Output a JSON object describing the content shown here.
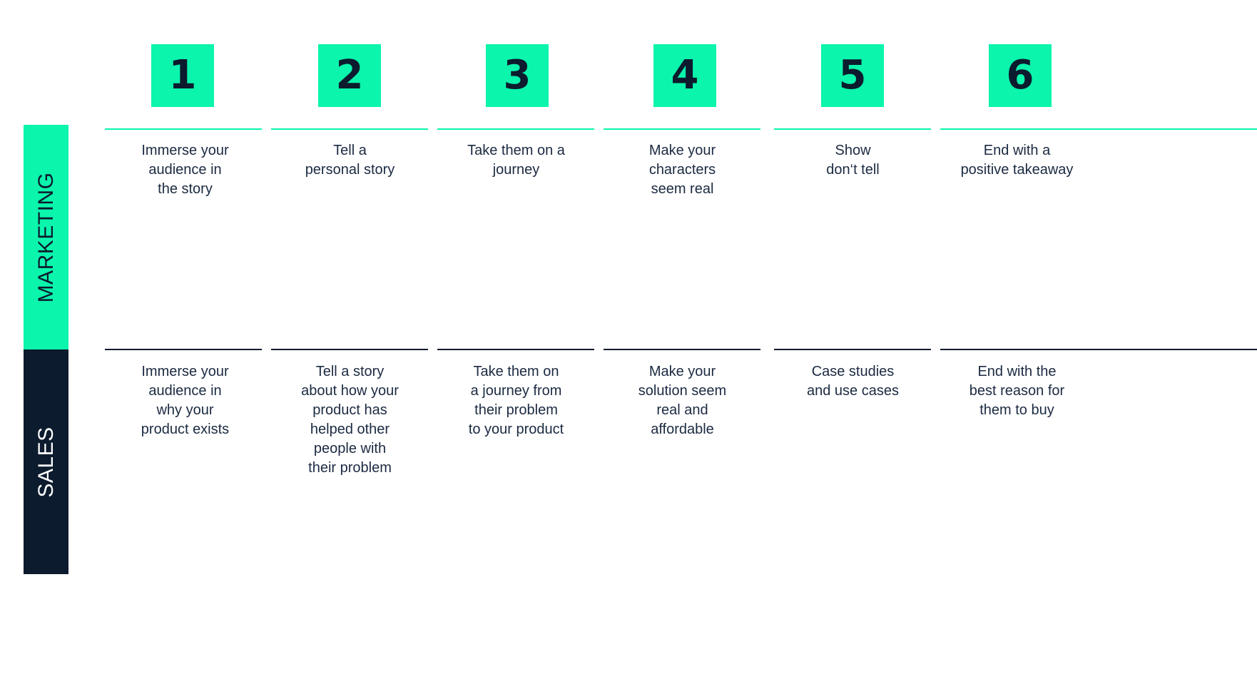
{
  "rows": [
    {
      "key": "marketing",
      "label": "MARKETING",
      "bg": "#0BF5AC",
      "text_color": "#0C1B2E",
      "rule_color": "#0BF5AC"
    },
    {
      "key": "sales",
      "label": "SALES",
      "bg": "#0C1B2E",
      "text_color": "#FFFFFF",
      "rule_color": "#0C1B2E"
    }
  ],
  "theme": {
    "accent_green": "#0BF5AC",
    "dark_navy": "#0C1B2E",
    "body_text": "#1B2A41",
    "background": "#FFFFFF"
  },
  "columns": [
    {
      "number": "1",
      "marketing": "Immerse your\naudience in\nthe story",
      "sales": "Immerse your\naudience in\nwhy your\nproduct exists"
    },
    {
      "number": "2",
      "marketing": "Tell a\npersonal story",
      "sales": "Tell a story\nabout how your\nproduct has\nhelped other\npeople with\ntheir problem"
    },
    {
      "number": "3",
      "marketing": "Take them on a\njourney",
      "sales": "Take them on\na journey from\ntheir problem\nto your product"
    },
    {
      "number": "4",
      "marketing": "Make your\ncharacters\nseem real",
      "sales": "Make your\nsolution seem\nreal and\naffordable"
    },
    {
      "number": "5",
      "marketing": "Show\ndon‘t tell",
      "sales": "Case studies\nand use cases"
    },
    {
      "number": "6",
      "marketing": "End with a\npositive takeaway",
      "sales": "End with the\nbest reason for\nthem to buy"
    }
  ]
}
